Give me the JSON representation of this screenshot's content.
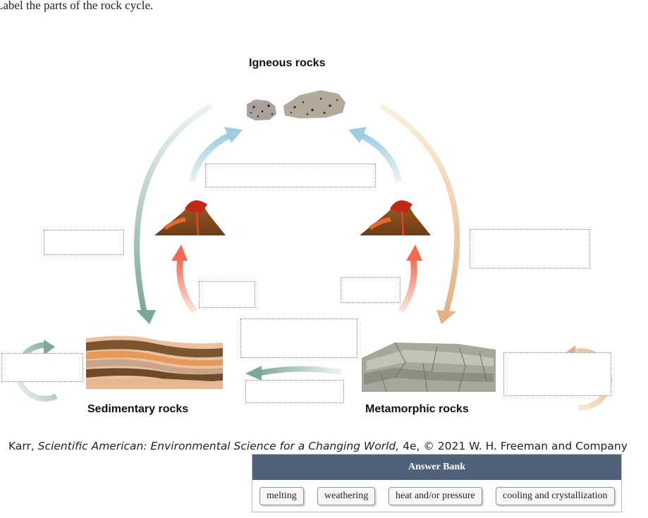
{
  "instruction": "Label the parts of the rock cycle.",
  "rocks": {
    "igneous": "Igneous rocks",
    "sedimentary": "Sedimentary rocks",
    "metamorphic": "Metamorphic rocks"
  },
  "citation": {
    "author": "Karr, ",
    "title": "Scientific American: Environmental Science for a Changing World,",
    "rest": " 4e, © 2021 W. H. Freeman and Company"
  },
  "answer_bank": {
    "title": "Answer Bank",
    "items": [
      "melting",
      "weathering",
      "heat and/or pressure",
      "cooling and crystallization"
    ]
  },
  "colors": {
    "header": "#4f627a",
    "blue_arrow": "#9ecfe6",
    "red_arrow": "#f2674d",
    "green_arrow": "#7fae9a",
    "tan_arrow": "#e8b98a"
  }
}
